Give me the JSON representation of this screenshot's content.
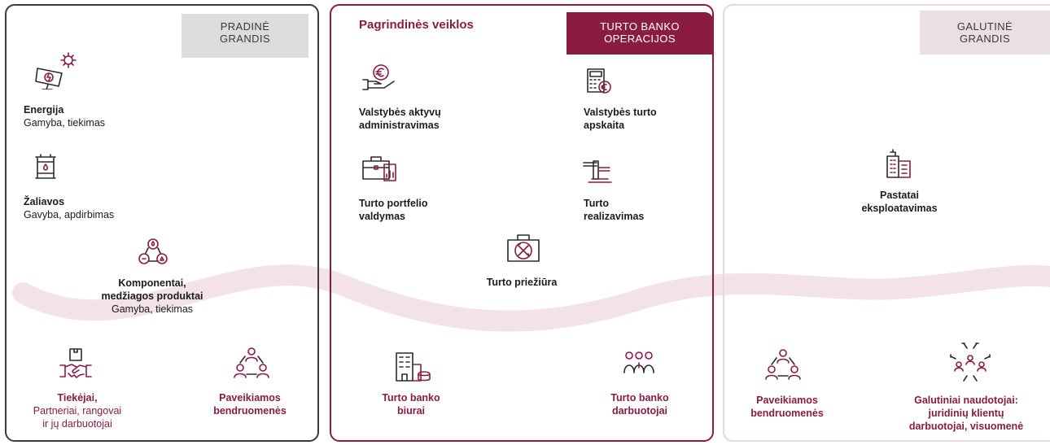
{
  "colors": {
    "accent": "#8a1c42",
    "dark_border": "#3a3a3a",
    "light_tag": "#dcdcdc",
    "pale_tag": "#ecdfe2",
    "wave": "#f3e4e8"
  },
  "initial_chain": {
    "tag": [
      "PRADINĖ",
      "GRANDIS"
    ],
    "items": [
      {
        "title": "Energija",
        "subtitle": "Gamyba, tiekimas",
        "icon": "solar-panel-icon"
      },
      {
        "title": "Žaliavos",
        "subtitle": "Gavyba, apdirbimas",
        "icon": "oil-barrel-icon"
      },
      {
        "title_lines": [
          "Komponentai,",
          "medžiagos produktai"
        ],
        "subtitle": "Gamyba, tiekimas",
        "icon": "cycle-resources-icon"
      }
    ],
    "stakeholders": [
      {
        "lines": [
          "Tiekėjai,",
          "Partneriai, rangovai",
          "ir jų darbuotojai"
        ],
        "icon": "handshake-icon"
      },
      {
        "lines": [
          "Paveikiamos",
          "bendruomenės"
        ],
        "icon": "community-icon"
      }
    ]
  },
  "main": {
    "heading": "Pagrindinės veiklos",
    "tag": [
      "TURTO BANKO",
      "OPERACIJOS"
    ],
    "items": [
      {
        "lines": [
          "Valstybės aktyvų",
          "administravimas"
        ],
        "icon": "euro-hand-icon"
      },
      {
        "lines": [
          "Valstybės turto",
          "apskaita"
        ],
        "icon": "calculator-icon"
      },
      {
        "lines": [
          "Turto portfelio",
          "valdymas"
        ],
        "icon": "briefcase-chart-icon"
      },
      {
        "lines": [
          "Turto",
          "realizavimas"
        ],
        "icon": "gavel-icon"
      },
      {
        "lines": [
          "Turto priežiūra"
        ],
        "icon": "toolbox-icon"
      }
    ],
    "stakeholders": [
      {
        "lines": [
          "Turto banko",
          "biurai"
        ],
        "icon": "office-building-icon"
      },
      {
        "lines": [
          "Turto banko",
          "darbuotojai"
        ],
        "icon": "team-icon"
      }
    ]
  },
  "final_chain": {
    "tag": [
      "GALUTINĖ",
      "GRANDIS"
    ],
    "items": [
      {
        "lines": [
          "Pastatai",
          "eksploatavimas"
        ],
        "icon": "buildings-icon"
      }
    ],
    "stakeholders": [
      {
        "lines": [
          "Paveikiamos",
          "bendruomenės"
        ],
        "icon": "community-icon"
      },
      {
        "lines": [
          "Galutiniai naudotojai:",
          "juridinių klientų",
          "darbuotojai, visuomenė"
        ],
        "icon": "network-users-icon"
      }
    ]
  }
}
